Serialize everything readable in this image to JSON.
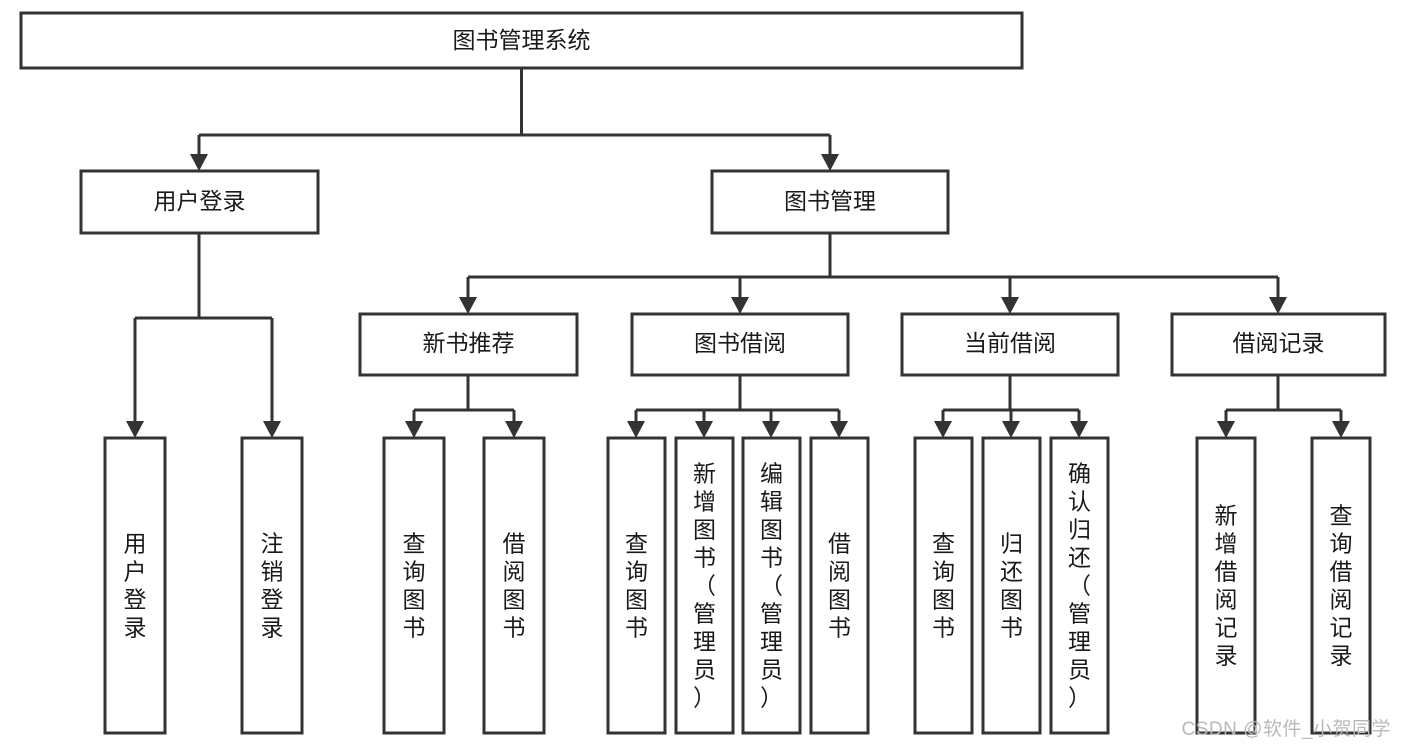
{
  "diagram": {
    "type": "tree-hierarchy",
    "title": "图书管理系统",
    "watermark": "CSDN @软件_小贺同学",
    "colors": {
      "box_stroke": "#333333",
      "box_fill": "#ffffff",
      "connector": "#333333",
      "text": "#1a1a1a",
      "watermark": "#b9b9b9",
      "background": "#ffffff"
    },
    "levels": [
      {
        "level": 0,
        "nodes": [
          {
            "id": "root",
            "label": "图书管理系统",
            "orientation": "horizontal"
          }
        ]
      },
      {
        "level": 1,
        "nodes": [
          {
            "id": "user-login",
            "label": "用户登录",
            "orientation": "horizontal",
            "parent": "root"
          },
          {
            "id": "book-manage",
            "label": "图书管理",
            "orientation": "horizontal",
            "parent": "root"
          }
        ]
      },
      {
        "level": 2,
        "nodes": [
          {
            "id": "new-book-rec",
            "label": "新书推荐",
            "orientation": "horizontal",
            "parent": "book-manage"
          },
          {
            "id": "book-borrow",
            "label": "图书借阅",
            "orientation": "horizontal",
            "parent": "book-manage"
          },
          {
            "id": "current-borrow",
            "label": "当前借阅",
            "orientation": "horizontal",
            "parent": "book-manage"
          },
          {
            "id": "borrow-record",
            "label": "借阅记录",
            "orientation": "horizontal",
            "parent": "book-manage"
          }
        ]
      },
      {
        "level": 3,
        "nodes": [
          {
            "id": "leaf-user-login",
            "label": "用户登录",
            "orientation": "vertical",
            "parent": "user-login"
          },
          {
            "id": "leaf-logout",
            "label": "注销登录",
            "orientation": "vertical",
            "parent": "user-login"
          },
          {
            "id": "leaf-query-book-1",
            "label": "查询图书",
            "orientation": "vertical",
            "parent": "new-book-rec"
          },
          {
            "id": "leaf-borrow-book-1",
            "label": "借阅图书",
            "orientation": "vertical",
            "parent": "new-book-rec"
          },
          {
            "id": "leaf-query-book-2",
            "label": "查询图书",
            "orientation": "vertical",
            "parent": "book-borrow"
          },
          {
            "id": "leaf-add-book",
            "label": "新增图书（管理员）",
            "orientation": "vertical",
            "parent": "book-borrow"
          },
          {
            "id": "leaf-edit-book",
            "label": "编辑图书（管理员）",
            "orientation": "vertical",
            "parent": "book-borrow"
          },
          {
            "id": "leaf-borrow-book-2",
            "label": "借阅图书",
            "orientation": "vertical",
            "parent": "book-borrow"
          },
          {
            "id": "leaf-query-book-3",
            "label": "查询图书",
            "orientation": "vertical",
            "parent": "current-borrow"
          },
          {
            "id": "leaf-return-book",
            "label": "归还图书",
            "orientation": "vertical",
            "parent": "current-borrow"
          },
          {
            "id": "leaf-confirm-return",
            "label": "确认归还（管理员）",
            "orientation": "vertical",
            "parent": "current-borrow"
          },
          {
            "id": "leaf-add-record",
            "label": "新增借阅记录",
            "orientation": "vertical",
            "parent": "borrow-record"
          },
          {
            "id": "leaf-query-record",
            "label": "查询借阅记录",
            "orientation": "vertical",
            "parent": "borrow-record"
          }
        ]
      }
    ]
  }
}
